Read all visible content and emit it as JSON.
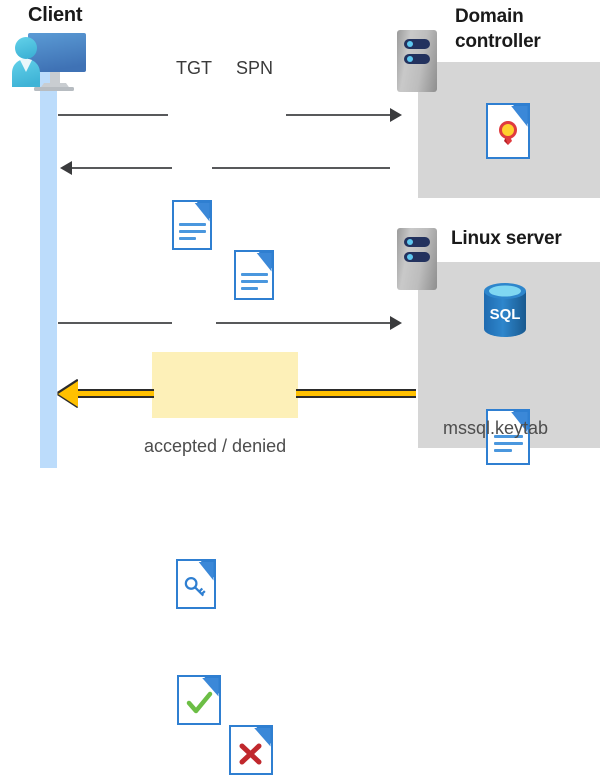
{
  "diagram": {
    "title": "Kerberos authentication flow between client, domain controller and Linux server",
    "colors": {
      "panel_gray": "#d6d6d6",
      "lifeline_blue": "#bcdcfb",
      "highlight_yellow": "#fdf0b8",
      "gold_arrow": "#ffc000",
      "doc_blue": "#2f7fd1",
      "sql_blue": "#2e7cc0",
      "accept_green": "#6cbe45",
      "deny_red": "#c0282d"
    }
  },
  "client": {
    "title": "Client",
    "icon": "user-monitor-icon",
    "lifeline": "client-lifeline"
  },
  "domain_controller": {
    "title_line1": "Domain",
    "title_line2": "controller",
    "server_icon": "server-rack-icon",
    "content_icon": "certificate-document-icon"
  },
  "linux_server": {
    "title": "Linux server",
    "server_icon": "server-rack-icon",
    "database_icon": "sql-database-icon",
    "database_label": "SQL",
    "keytab_icon": "text-document-icon",
    "keytab_label": "mssql.keytab"
  },
  "messages": [
    {
      "id": "msg-tgt-spn",
      "direction": "client-to-domain-controller",
      "labels": [
        "TGT",
        "SPN"
      ],
      "icons": [
        "tgt-document-icon",
        "spn-document-icon"
      ],
      "arrow": "arrow-right"
    },
    {
      "id": "msg-service-ticket",
      "direction": "domain-controller-to-client",
      "labels": [],
      "icons": [
        "key-document-icon"
      ],
      "arrow": "arrow-left"
    },
    {
      "id": "msg-ticket-to-linux",
      "direction": "client-to-linux-server",
      "labels": [],
      "icons": [
        "key-document-icon"
      ],
      "arrow": "arrow-right"
    },
    {
      "id": "msg-result",
      "direction": "linux-server-to-client",
      "labels": [
        "accepted / denied"
      ],
      "icons": [
        "accepted-document-icon",
        "denied-document-icon"
      ],
      "arrow": "gold-arrow-left",
      "highlighted": true
    }
  ],
  "labels": {
    "tgt": "TGT",
    "spn": "SPN",
    "accepted_denied": "accepted / denied"
  }
}
